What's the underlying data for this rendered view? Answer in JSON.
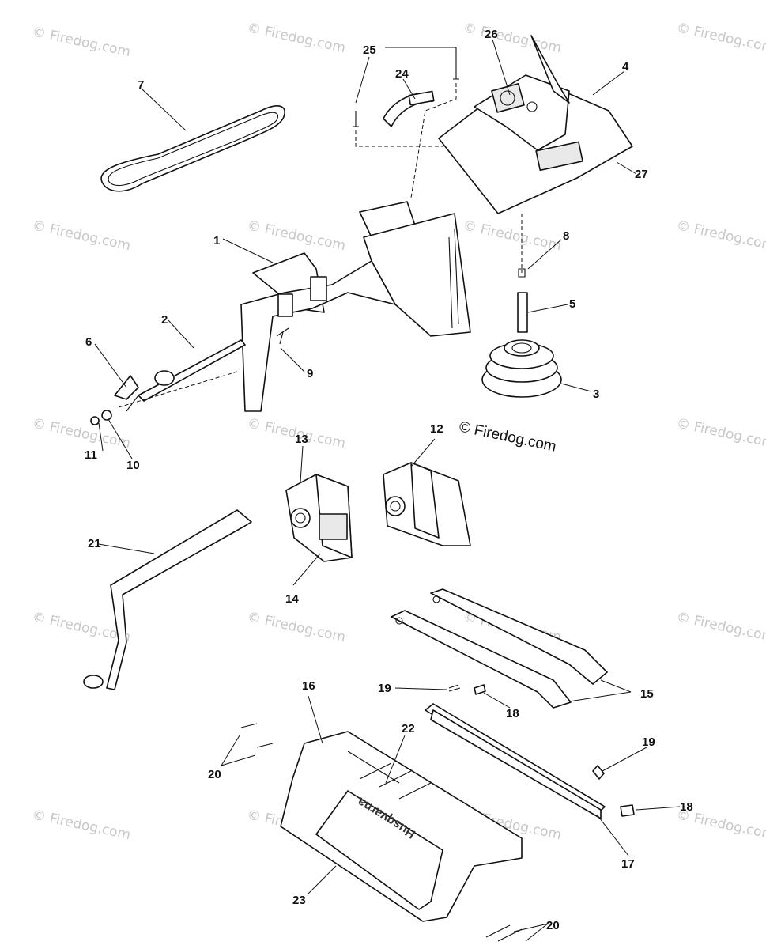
{
  "watermark": "© Firedog.com",
  "copyright": "© Firedog.com",
  "brand": "Husqvarna",
  "callouts": [
    "1",
    "2",
    "3",
    "4",
    "5",
    "6",
    "7",
    "8",
    "9",
    "10",
    "11",
    "12",
    "13",
    "14",
    "15",
    "16",
    "17",
    "18",
    "18",
    "19",
    "19",
    "20",
    "20",
    "21",
    "22",
    "23",
    "24",
    "25",
    "26",
    "27"
  ],
  "colors": {
    "line": "#111111",
    "watermark": "#c8c8c8",
    "fill": "#ffffff"
  }
}
